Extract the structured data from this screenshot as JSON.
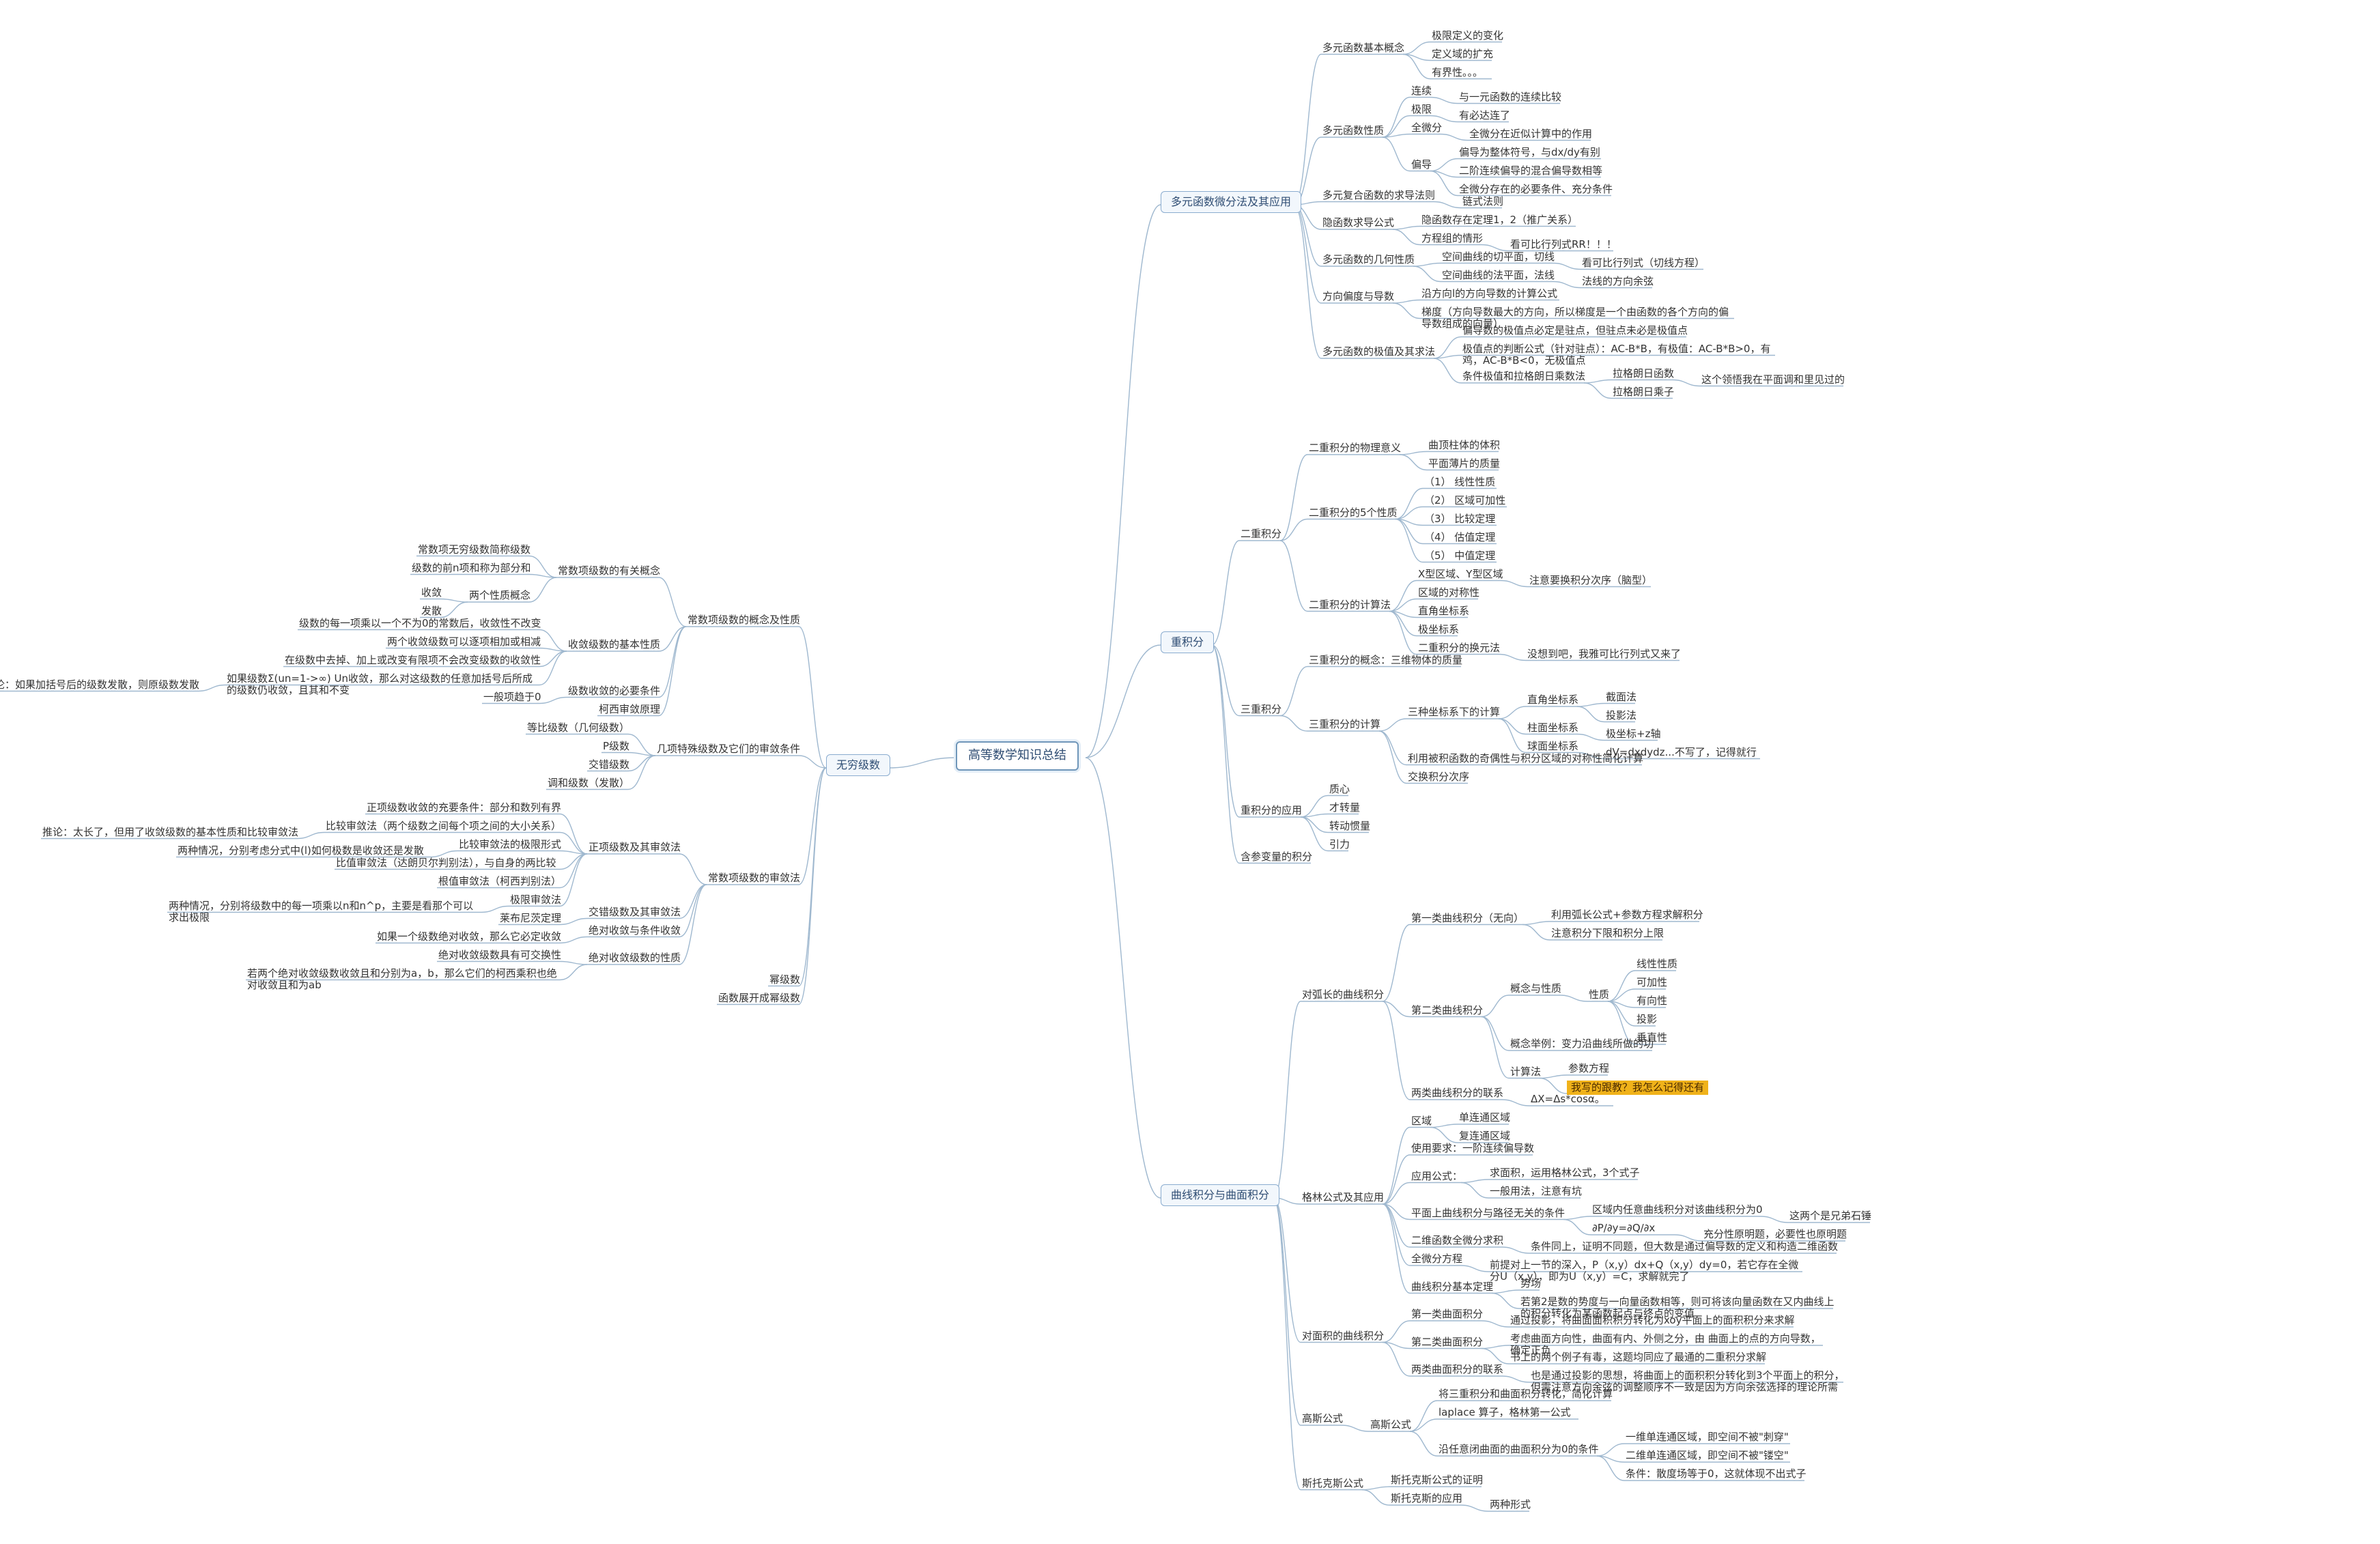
{
  "title": "高等数学知识总结",
  "colors": {
    "line": "#9fb8cf",
    "root_border": "#6f96b9",
    "main_border": "#8aaccf",
    "highlight": "#f0b21a"
  },
  "mindmap": {
    "t": "高等数学知识总结",
    "c": [
      {
        "t": "多元函数微分法及其应用",
        "c": [
          {
            "t": "多元函数基本概念",
            "c": [
              {
                "t": "极限定义的变化"
              },
              {
                "t": "定义域的扩充"
              },
              {
                "t": "有界性。。。"
              }
            ]
          },
          {
            "t": "多元函数性质",
            "c": [
              {
                "t": "连续",
                "c": [
                  {
                    "t": "与一元函数的连续比较"
                  }
                ]
              },
              {
                "t": "极限",
                "c": [
                  {
                    "t": "有必达连了"
                  }
                ]
              },
              {
                "t": "全微分",
                "c": [
                  {
                    "t": "全微分在近似计算中的作用"
                  }
                ]
              },
              {
                "t": "偏导",
                "c": [
                  {
                    "t": "偏导为整体符号，与dx/dy有别"
                  },
                  {
                    "t": "二阶连续偏导的混合偏导数相等"
                  },
                  {
                    "t": "全微分存在的必要条件、充分条件"
                  }
                ]
              }
            ]
          },
          {
            "t": "多元复合函数的求导法则",
            "c": [
              {
                "t": "链式法则"
              }
            ]
          },
          {
            "t": "隐函数求导公式",
            "c": [
              {
                "t": "隐函数存在定理1，2（推广关系）"
              },
              {
                "t": "方程组的情形",
                "c": [
                  {
                    "t": "看可比行列式RR！！！"
                  }
                ]
              }
            ]
          },
          {
            "t": "多元函数的几何性质",
            "c": [
              {
                "t": "空间曲线的切平面，切线",
                "c": [
                  {
                    "t": "看可比行列式（切线方程）"
                  }
                ]
              },
              {
                "t": "空间曲线的法平面，法线",
                "c": [
                  {
                    "t": "法线的方向余弦"
                  }
                ]
              }
            ]
          },
          {
            "t": "方向偏度与导数",
            "c": [
              {
                "t": "沿方向l的方向导数的计算公式"
              },
              {
                "t": "梯度（方向导数最大的方向，所以梯度是一个由函数的各个方向的偏导数组成的向量）"
              }
            ]
          },
          {
            "t": "多元函数的极值及其求法",
            "c": [
              {
                "t": "偏导数的极值点必定是驻点，但驻点未必是极值点"
              },
              {
                "t": "极值点的判断公式（针对驻点）：AC-B*B，有极值：AC-B*B>0，有鸡，AC-B*B<0，无极值点"
              },
              {
                "t": "条件极值和拉格朗日乘数法",
                "c": [
                  {
                    "t": "拉格朗日函数",
                    "c": [
                      {
                        "t": "这个领悟我在平面调和里见过的"
                      }
                    ]
                  },
                  {
                    "t": "拉格朗日乘子"
                  }
                ]
              }
            ]
          }
        ]
      },
      {
        "t": "重积分",
        "c": [
          {
            "t": "二重积分",
            "c": [
              {
                "t": "二重积分的物理意义",
                "c": [
                  {
                    "t": "曲顶柱体的体积"
                  },
                  {
                    "t": "平面薄片的质量"
                  }
                ]
              },
              {
                "t": "二重积分的5个性质",
                "c": [
                  {
                    "t": "（1） 线性性质"
                  },
                  {
                    "t": "（2） 区域可加性"
                  },
                  {
                    "t": "（3） 比较定理"
                  },
                  {
                    "t": "（4） 估值定理"
                  },
                  {
                    "t": "（5） 中值定理"
                  }
                ]
              },
              {
                "t": "二重积分的计算法",
                "c": [
                  {
                    "t": "X型区域、Y型区域",
                    "c": [
                      {
                        "t": "注意要换积分次序（脑型）"
                      }
                    ]
                  },
                  {
                    "t": "区域的对称性"
                  },
                  {
                    "t": "直角坐标系"
                  },
                  {
                    "t": "极坐标系"
                  },
                  {
                    "t": "二重积分的换元法",
                    "c": [
                      {
                        "t": "没想到吧，我雅可比行列式又来了"
                      }
                    ]
                  }
                ]
              }
            ]
          },
          {
            "t": "三重积分",
            "c": [
              {
                "t": "三重积分的概念：三维物体的质量"
              },
              {
                "t": "三重积分的计算",
                "c": [
                  {
                    "t": "三种坐标系下的计算",
                    "c": [
                      {
                        "t": "直角坐标系",
                        "c": [
                          {
                            "t": "截面法"
                          },
                          {
                            "t": "投影法"
                          }
                        ]
                      },
                      {
                        "t": "柱面坐标系",
                        "c": [
                          {
                            "t": "极坐标+z轴"
                          }
                        ]
                      },
                      {
                        "t": "球面坐标系",
                        "c": [
                          {
                            "t": "dV=dxdydz...不写了，记得就行"
                          }
                        ]
                      }
                    ]
                  },
                  {
                    "t": "利用被积函数的奇偶性与积分区域的对称性简化计算"
                  },
                  {
                    "t": "交换积分次序"
                  }
                ]
              }
            ]
          },
          {
            "t": "重积分的应用",
            "c": [
              {
                "t": "质心"
              },
              {
                "t": "才转量"
              },
              {
                "t": "转动惯量"
              },
              {
                "t": "引力"
              }
            ]
          },
          {
            "t": "含参变量的积分"
          }
        ]
      },
      {
        "t": "曲线积分与曲面积分",
        "c": [
          {
            "t": "对弧长的曲线积分",
            "c": [
              {
                "t": "第一类曲线积分（无向）",
                "c": [
                  {
                    "t": "利用弧长公式+参数方程求解积分"
                  },
                  {
                    "t": "注意积分下限和积分上限"
                  }
                ]
              },
              {
                "t": "第二类曲线积分",
                "c": [
                  {
                    "t": "概念与性质",
                    "c": [
                      {
                        "t": "性质",
                        "c": [
                          {
                            "t": "线性性质"
                          },
                          {
                            "t": "可加性"
                          },
                          {
                            "t": "有向性"
                          },
                          {
                            "t": "投影"
                          },
                          {
                            "t": "垂直性"
                          }
                        ]
                      }
                    ]
                  },
                  {
                    "t": "概念举例：变力沿曲线所做的功"
                  },
                  {
                    "t": "计算法",
                    "c": [
                      {
                        "t": "参数方程"
                      },
                      {
                        "t": "我写的跟教？我怎么记得还有",
                        "hl": true
                      }
                    ]
                  }
                ]
              },
              {
                "t": "两类曲线积分的联系",
                "c": [
                  {
                    "t": "ΔX=Δs*cosα。"
                  }
                ]
              }
            ]
          },
          {
            "t": "格林公式及其应用",
            "c": [
              {
                "t": "区域",
                "c": [
                  {
                    "t": "单连通区域"
                  },
                  {
                    "t": "复连通区域"
                  }
                ]
              },
              {
                "t": "使用要求：一阶连续偏导数"
              },
              {
                "t": "应用公式：",
                "c": [
                  {
                    "t": "求面积，运用格林公式，3个式子"
                  },
                  {
                    "t": "一般用法，注意有坑"
                  }
                ]
              },
              {
                "t": "平面上曲线积分与路径无关的条件",
                "c": [
                  {
                    "t": "区域内任意曲线积分对该曲线积分为0",
                    "c": [
                      {
                        "t": "这两个是兄弟石锤"
                      }
                    ]
                  },
                  {
                    "t": "∂P/∂y=∂Q/∂x",
                    "c": [
                      {
                        "t": "充分性原明题，必要性也原明题"
                      }
                    ]
                  }
                ]
              },
              {
                "t": "二维函数全微分求积",
                "c": [
                  {
                    "t": "条件同上，证明不同题，但大数是通过偏导数的定义和构造二维函数"
                  }
                ]
              },
              {
                "t": "全微分方程",
                "c": [
                  {
                    "t": "前提对上一节的深入，P（x,y）dx+Q（x,y）dy=0，若它存在全微分U（x,y），即为U（x,y）=C，求解就完了"
                  }
                ]
              },
              {
                "t": "曲线积分基本定理",
                "c": [
                  {
                    "t": "势场"
                  },
                  {
                    "t": "若第2是数的势度与一向量函数相等，则可将该向量函数在又内曲线上的积分转化为某函数起点与终点的变值"
                  }
                ]
              }
            ]
          },
          {
            "t": "对面积的曲线积分",
            "c": [
              {
                "t": "第一类曲面积分",
                "c": [
                  {
                    "t": "通过投影，将曲面面积积分转化为xoy平面上的面积积分来求解"
                  }
                ]
              },
              {
                "t": "第二类曲面积分",
                "c": [
                  {
                    "t": "考虑曲面方向性，曲面有内、外侧之分，由 曲面上的点的方向导数，确定正负"
                  },
                  {
                    "t": "书上的两个例子有毒，这题均同应了最通的二重积分求解"
                  }
                ]
              },
              {
                "t": "两类曲面积分的联系",
                "c": [
                  {
                    "t": "也是通过投影的思想，将曲面上的面积积分转化到3个平面上的积分，但需注意方向余弦的调整顺序不一致是因为方向余弦选择的理论所需"
                  }
                ]
              }
            ]
          },
          {
            "t": "高斯公式",
            "c": [
              {
                "t": "高斯公式",
                "c": [
                  {
                    "t": "将三重积分和曲面积分转化，简化计算"
                  },
                  {
                    "t": "laplace 算子，格林第一公式"
                  },
                  {
                    "t": "沿任意闭曲面的曲面积分为0的条件",
                    "c": [
                      {
                        "t": "一维单连通区域，即空间不被\"刺穿\""
                      },
                      {
                        "t": "二维单连通区域，即空间不被\"镂空\""
                      },
                      {
                        "t": "条件：散度场等于0，这就体现不出式子"
                      }
                    ]
                  }
                ]
              }
            ]
          },
          {
            "t": "斯托克斯公式",
            "c": [
              {
                "t": "斯托克斯公式的证明"
              },
              {
                "t": "斯托克斯的应用",
                "c": [
                  {
                    "t": "两种形式"
                  }
                ]
              }
            ]
          }
        ]
      },
      {
        "t": "无穷级数",
        "c": [
          {
            "t": "常数项级数的概念及性质",
            "c": [
              {
                "t": "常数项级数的有关概念",
                "c": [
                  {
                    "t": "常数项无穷级数简称级数"
                  },
                  {
                    "t": "级数的前n项和称为部分和"
                  },
                  {
                    "t": "两个性质概念",
                    "c": [
                      {
                        "t": "收敛"
                      },
                      {
                        "t": "发散"
                      }
                    ]
                  }
                ]
              },
              {
                "t": "收敛级数的基本性质",
                "c": [
                  {
                    "t": "级数的每一项乘以一个不为0的常数后，收敛性不改变"
                  },
                  {
                    "t": "两个收敛级数可以逐项相加或相减"
                  },
                  {
                    "t": "在级数中去掉、加上或改变有限项不会改变级数的收敛性"
                  },
                  {
                    "t": "如果级数Σ(un=1->∞) Un收敛，那么对这级数的任意加括号后所成的级数仍收敛，且其和不变",
                    "c": [
                      {
                        "t": "推论：如果加括号后的级数发散，则原级数发散"
                      }
                    ]
                  }
                ]
              },
              {
                "t": "级数收敛的必要条件",
                "c": [
                  {
                    "t": "一般项趋于0"
                  }
                ]
              },
              {
                "t": "柯西审敛原理"
              }
            ]
          },
          {
            "t": "几项特殊级数及它们的审敛条件",
            "c": [
              {
                "t": "等比级数（几何级数）"
              },
              {
                "t": "P级数"
              },
              {
                "t": "交错级数"
              },
              {
                "t": "调和级数（发散）"
              }
            ]
          },
          {
            "t": "常数项级数的审敛法",
            "c": [
              {
                "t": "正项级数及其审敛法",
                "c": [
                  {
                    "t": "正项级数收敛的充要条件：部分和数列有界"
                  },
                  {
                    "t": "比较审敛法（两个级数之间每个项之间的大小关系）",
                    "c": [
                      {
                        "t": "推论：太长了，但用了收敛级数的基本性质和比较审敛法"
                      }
                    ]
                  },
                  {
                    "t": "比较审敛法的极限形式",
                    "c": [
                      {
                        "t": "两种情况，分别考虑分式中(l)如何极数是收敛还是发散"
                      }
                    ]
                  },
                  {
                    "t": "比值审敛法（达朗贝尔判别法），与自身的两比较"
                  },
                  {
                    "t": "根值审敛法（柯西判别法）"
                  },
                  {
                    "t": "极限审敛法",
                    "c": [
                      {
                        "t": "两种情况，分别将级数中的每一项乘以n和n^p，主要是看那个可以求出极限"
                      }
                    ]
                  }
                ]
              },
              {
                "t": "交错级数及其审敛法",
                "c": [
                  {
                    "t": "莱布尼茨定理"
                  }
                ]
              },
              {
                "t": "绝对收敛与条件收敛",
                "c": [
                  {
                    "t": "如果一个级数绝对收敛，那么它必定收敛"
                  }
                ]
              },
              {
                "t": "绝对收敛级数的性质",
                "c": [
                  {
                    "t": "绝对收敛级数具有可交换性"
                  },
                  {
                    "t": "若两个绝对收敛级数收敛且和分别为a，b，那么它们的柯西乘积也绝对收敛且和为ab"
                  }
                ]
              }
            ]
          },
          {
            "t": "幂级数"
          },
          {
            "t": "函数展开成幂级数"
          }
        ]
      }
    ]
  }
}
